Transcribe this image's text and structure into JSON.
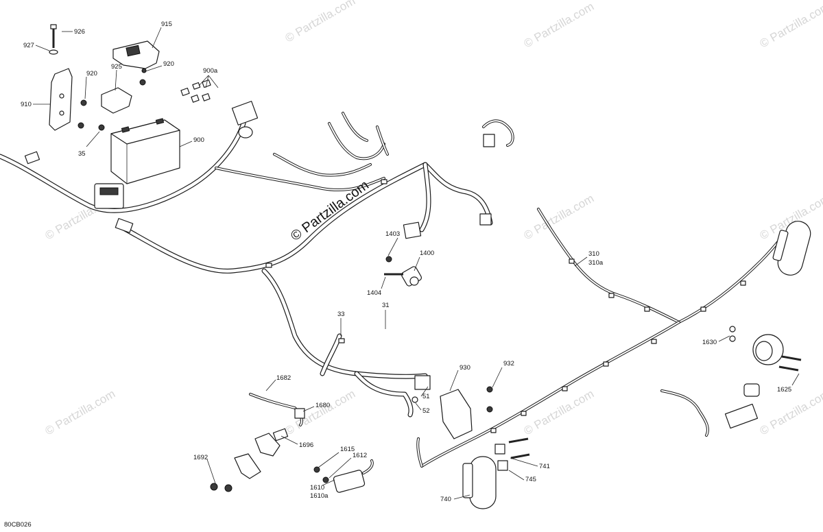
{
  "diagram_id": "80CB026",
  "watermark": {
    "main": "© Partzilla.com",
    "repeat": "© Partzilla.com"
  },
  "callouts": [
    "926",
    "927",
    "915",
    "920",
    "925",
    "920",
    "900a",
    "910",
    "35",
    "900",
    "1403",
    "1400",
    "1404",
    "31",
    "33",
    "310",
    "310a",
    "1630",
    "1625",
    "930",
    "932",
    "51",
    "52",
    "1682",
    "1680",
    "1696",
    "1692",
    "1615",
    "1612",
    "1610",
    "1610a",
    "741",
    "745",
    "740"
  ]
}
